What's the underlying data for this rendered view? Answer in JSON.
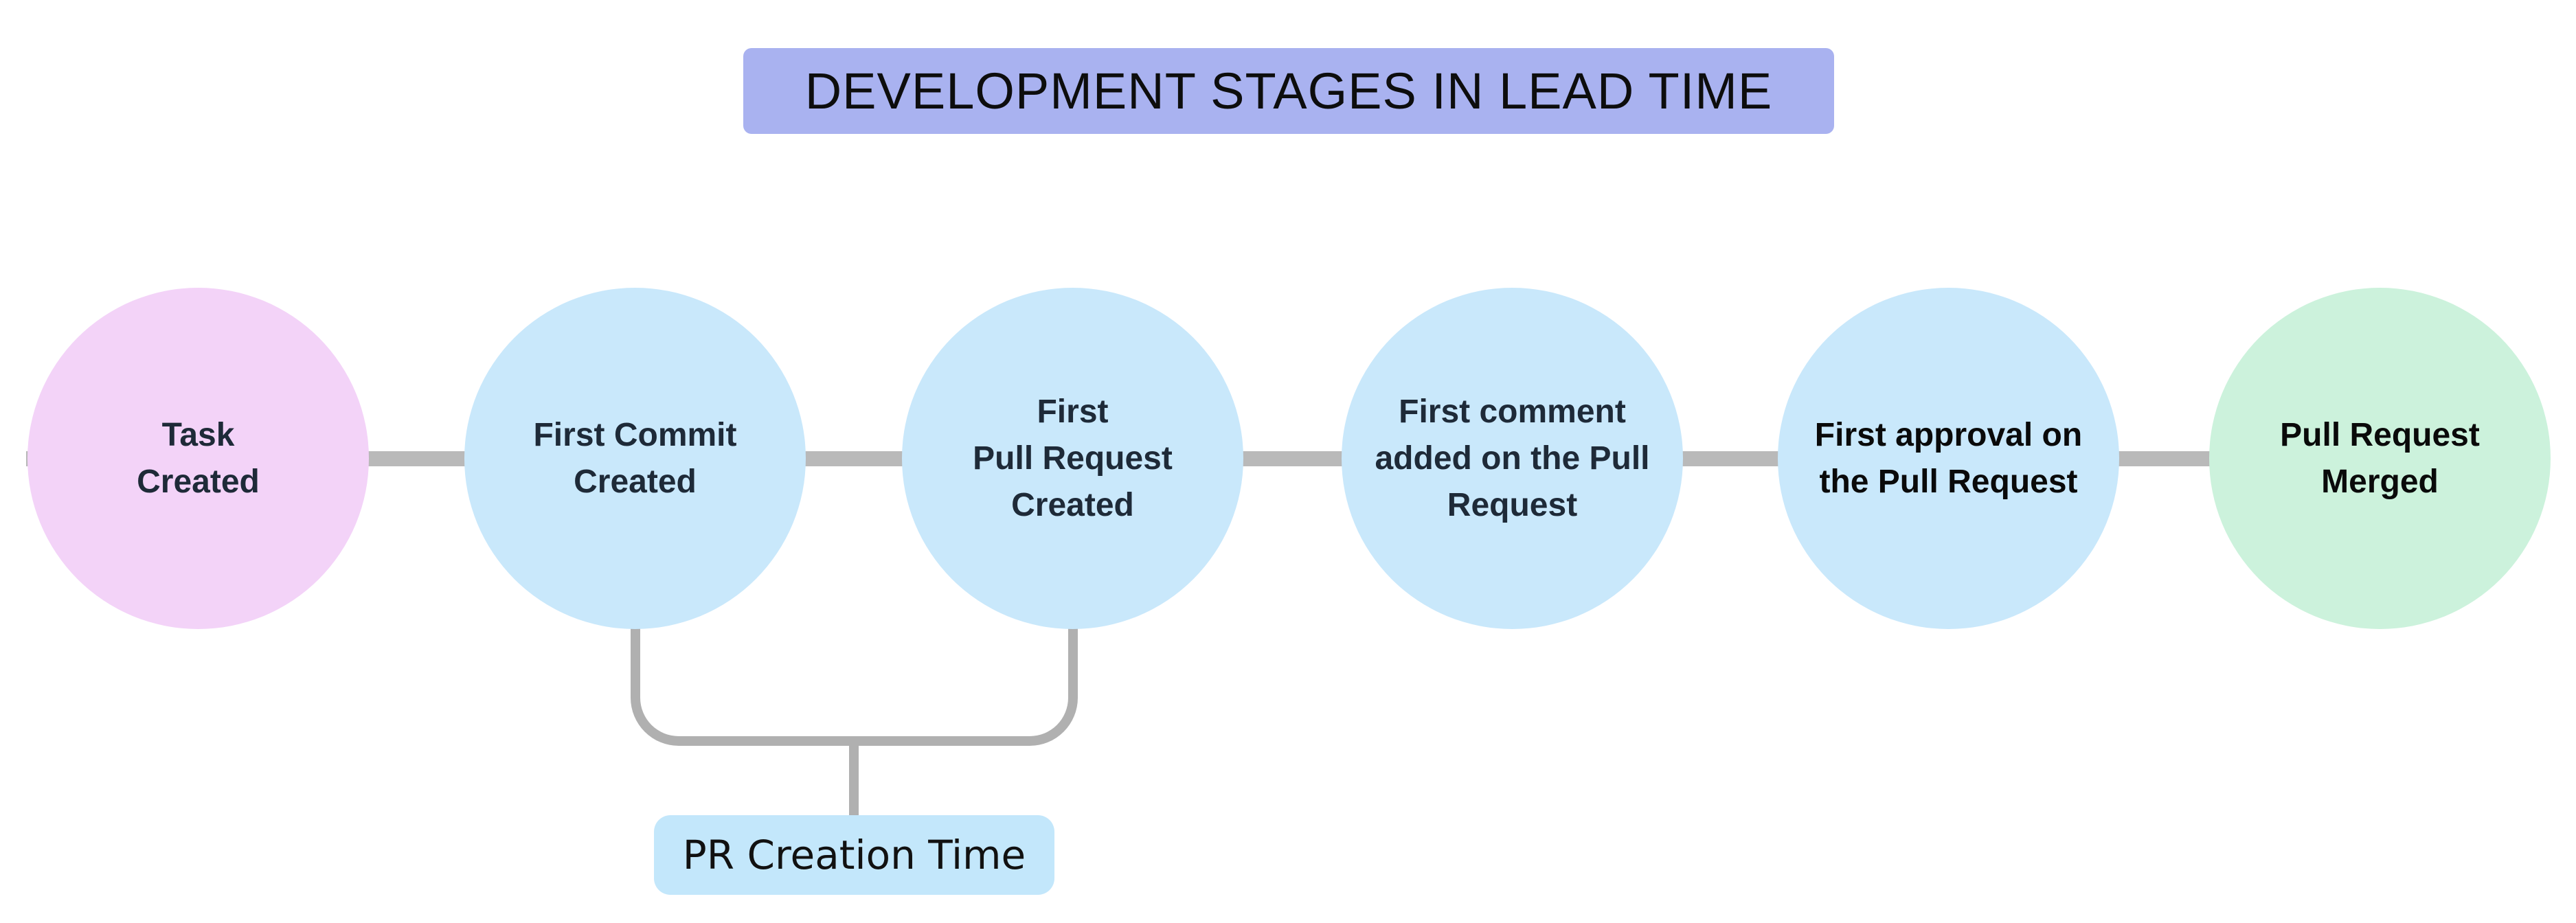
{
  "page": {
    "background": "#ffffff"
  },
  "title": {
    "text": "DEVELOPMENT STAGES IN LEAD TIME",
    "bg_color": "#a9b2f0",
    "text_color": "#0d0d0d"
  },
  "stages": [
    {
      "id": "task-created",
      "label": "Task\nCreated",
      "bg_color": "#f3d3f8",
      "text_color": "#1e2a38"
    },
    {
      "id": "first-commit-created",
      "label": "First Commit\nCreated",
      "bg_color": "#c9e8fb",
      "text_color": "#1e2a38"
    },
    {
      "id": "first-pull-request-created",
      "label": "First\nPull Request\nCreated",
      "bg_color": "#c9e8fb",
      "text_color": "#1e2a38"
    },
    {
      "id": "first-comment-added",
      "label": "First comment\nadded on the Pull\nRequest",
      "bg_color": "#c9e8fb",
      "text_color": "#1e2a38"
    },
    {
      "id": "first-approval",
      "label": "First approval on\nthe Pull Request",
      "bg_color": "#c9e8fb",
      "text_color": "#0a0a0a"
    },
    {
      "id": "pull-request-merged",
      "label": "Pull Request\nMerged",
      "bg_color": "#ccf2dc",
      "text_color": "#0a0a0a"
    }
  ],
  "connector": {
    "color": "#b9b9b9"
  },
  "bracket": {
    "color": "#b0b0b0"
  },
  "annotation": {
    "label": "PR Creation Time",
    "bg_color": "#c3e7fb",
    "text_color": "#111111"
  }
}
